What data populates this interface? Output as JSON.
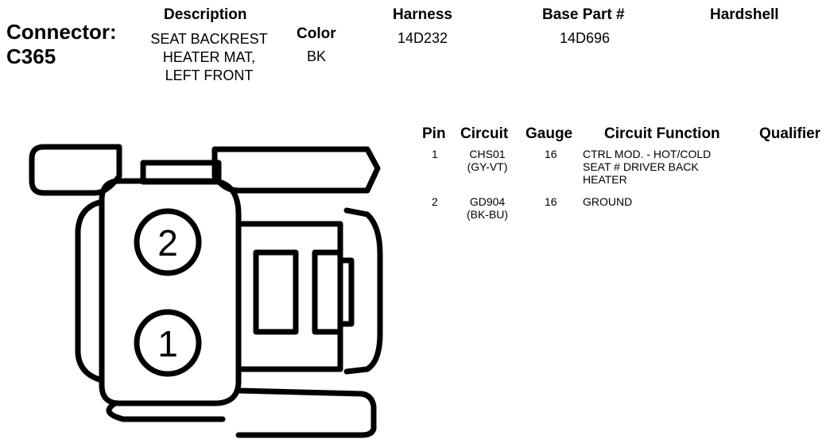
{
  "header": {
    "connector_label": "Connector:",
    "connector_id": "C365",
    "description_header": "Description",
    "description_lines": [
      "SEAT BACKREST",
      "HEATER MAT,",
      "LEFT FRONT"
    ],
    "color_header": "Color",
    "color_value": "BK",
    "harness_header": "Harness",
    "harness_value": "14D232",
    "base_part_header": "Base Part #",
    "base_part_value": "14D696",
    "hardshell_header": "Hardshell"
  },
  "pin_table": {
    "headers": {
      "pin": "Pin",
      "circuit": "Circuit",
      "gauge": "Gauge",
      "function": "Circuit Function",
      "qualifier": "Qualifier"
    },
    "rows": [
      {
        "pin": "1",
        "circuit": "CHS01",
        "circuit_color": "(GY-VT)",
        "gauge": "16",
        "function_lines": [
          "CTRL MOD. - HOT/COLD",
          "SEAT # DRIVER BACK",
          "HEATER"
        ],
        "qualifier": ""
      },
      {
        "pin": "2",
        "circuit": "GD904",
        "circuit_color": "(BK-BU)",
        "gauge": "16",
        "function_lines": [
          "GROUND"
        ],
        "qualifier": ""
      }
    ]
  },
  "diagram": {
    "pin_labels": [
      "2",
      "1"
    ]
  }
}
